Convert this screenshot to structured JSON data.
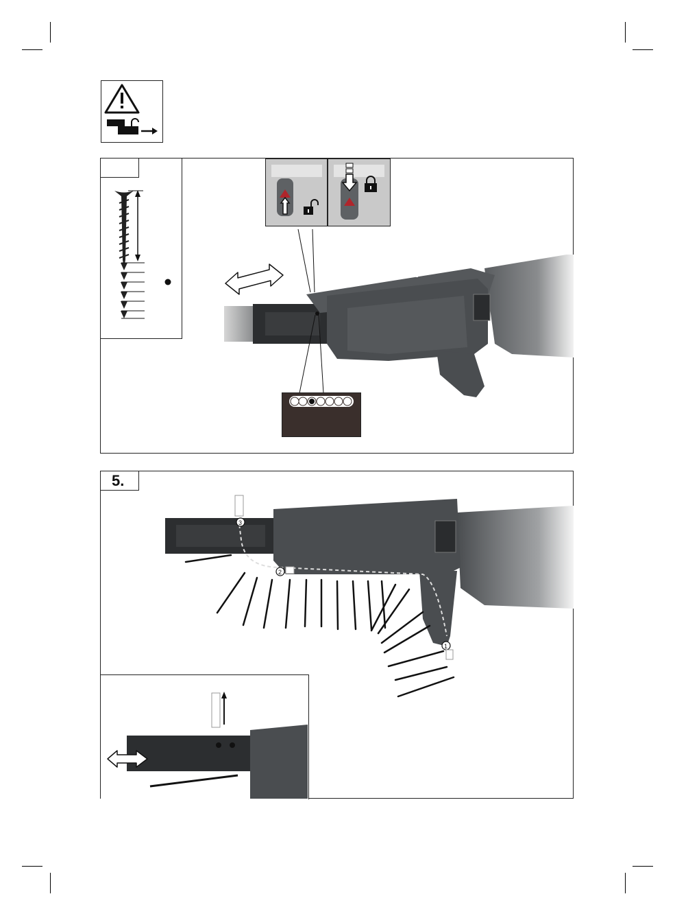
{
  "steps": [
    {
      "label": ""
    },
    {
      "label": "5."
    }
  ],
  "callouts": {
    "feed_numbers": [
      "1",
      "2",
      "3"
    ]
  },
  "icons": {
    "warning": "warning-triangle-icon",
    "unlock": "unlocked-padlock-icon",
    "lock": "locked-padlock-icon"
  },
  "colors": {
    "tool_body": "#4a4d50",
    "tool_dark": "#2c2e30",
    "indicator_red": "#b0252b",
    "lock_panel_bg": "#c9c9c9",
    "scale_plate": "#3a2f2c"
  }
}
